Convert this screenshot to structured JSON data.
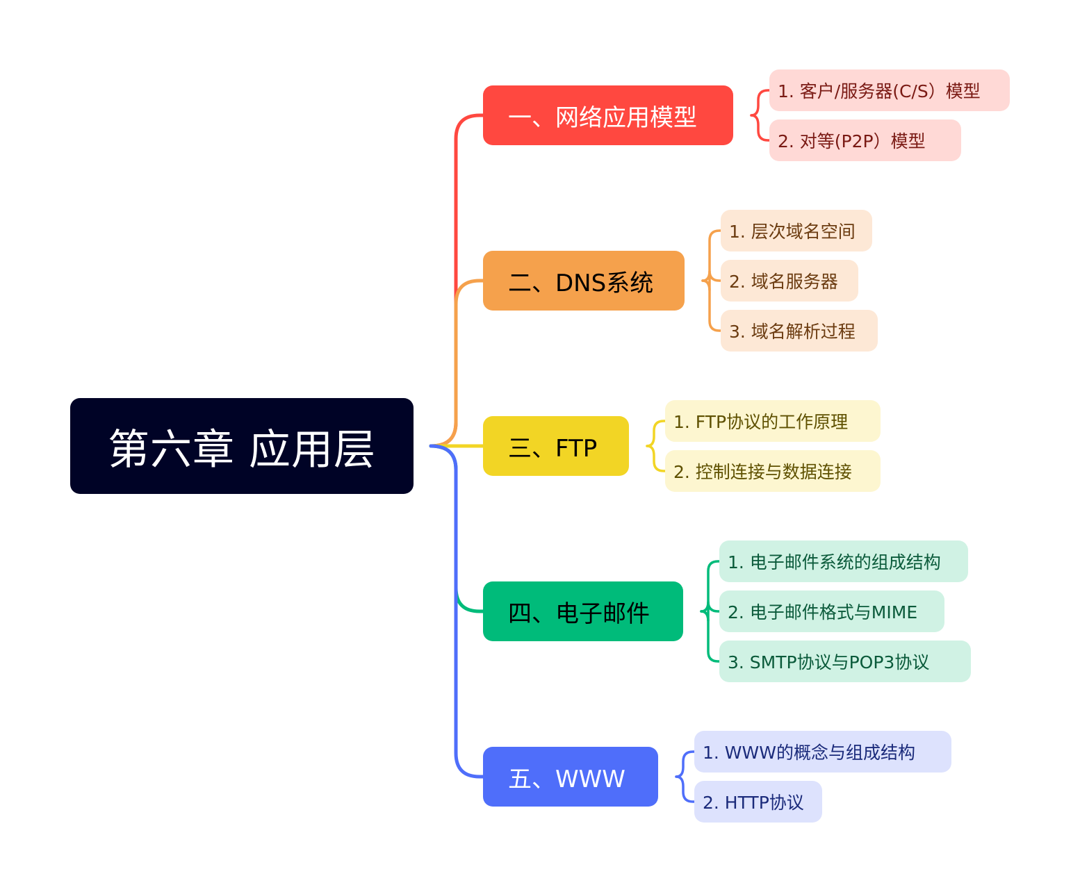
{
  "root": {
    "label": "第六章 应用层",
    "color": "#000326"
  },
  "branches": [
    {
      "label": "一、网络应用模型",
      "color": "#ff4840",
      "text_color": "#ffffff",
      "leaf_bg": "#ffd9d6",
      "leaf_text": "#7a1a14",
      "children": [
        "1. 客户/服务器(C/S）模型",
        "2. 对等(P2P）模型"
      ]
    },
    {
      "label": "二、DNS系统",
      "color": "#f5a14c",
      "text_color": "#000000",
      "leaf_bg": "#fde8d6",
      "leaf_text": "#6b3b10",
      "children": [
        "1. 层次域名空间",
        "2. 域名服务器",
        "3. 域名解析过程"
      ]
    },
    {
      "label": "三、FTP",
      "color": "#f2d525",
      "text_color": "#000000",
      "leaf_bg": "#fdf6d0",
      "leaf_text": "#5e5000",
      "children": [
        "1. FTP协议的工作原理",
        "2. 控制连接与数据连接"
      ]
    },
    {
      "label": "四、电子邮件",
      "color": "#00bb7a",
      "text_color": "#000000",
      "leaf_bg": "#d0f2e4",
      "leaf_text": "#0a5a3a",
      "children": [
        "1. 电子邮件系统的组成结构",
        "2. 电子邮件格式与MIME",
        "3. SMTP协议与POP3协议"
      ]
    },
    {
      "label": "五、WWW",
      "color": "#4f6efa",
      "text_color": "#ffffff",
      "leaf_bg": "#dde2fd",
      "leaf_text": "#1a2a7a",
      "children": [
        "1. WWW的概念与组成结构",
        "2. HTTP协议"
      ]
    }
  ]
}
